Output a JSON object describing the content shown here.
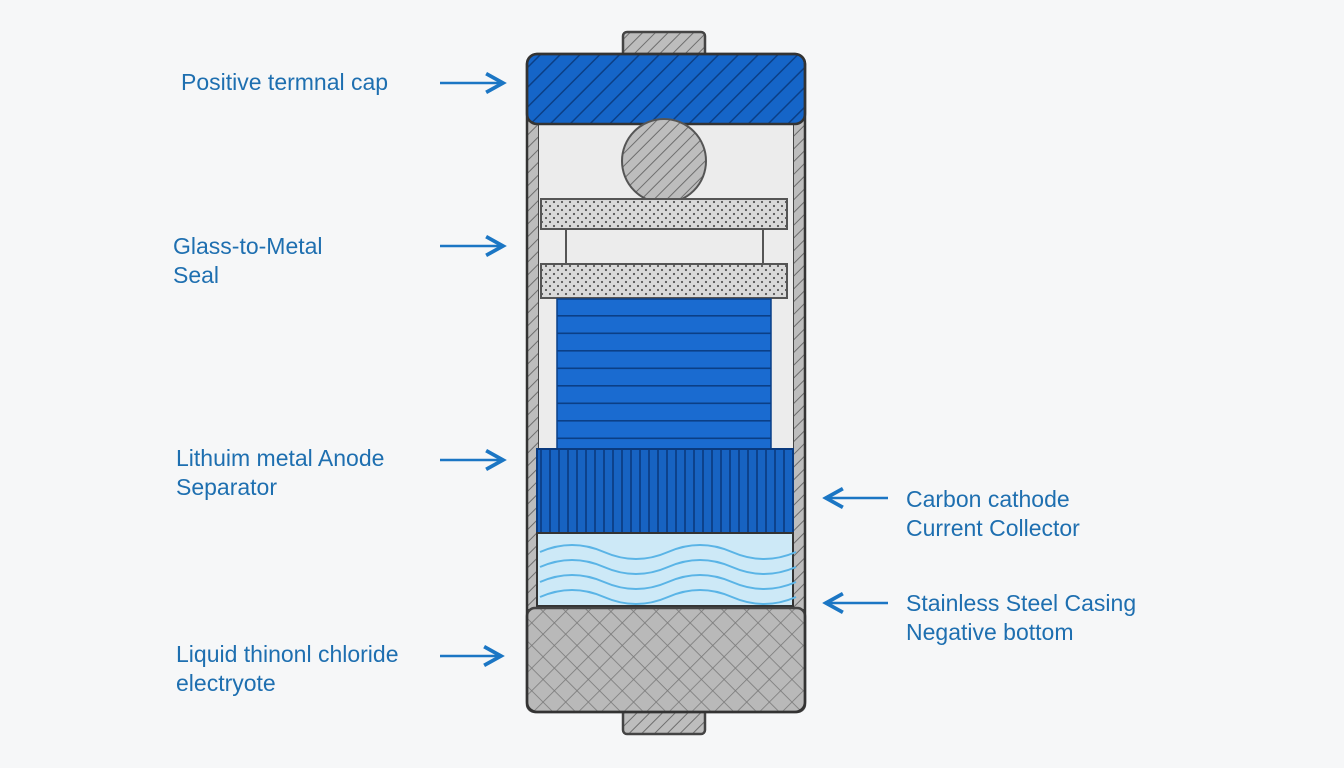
{
  "colors": {
    "label_text": "#1e6fb0",
    "arrow": "#1b76c4",
    "cap_blue": "#1565c8",
    "casing_gray": "#a7a7a7",
    "outline": "#444444",
    "electrolyte": "#cde9f7"
  },
  "labels": {
    "positive_cap": "Positive termnal cap",
    "glass_seal": [
      "Glass-to-Metal",
      "Seal"
    ],
    "anode_separator": [
      "Lithuim metal Anode",
      "Separator"
    ],
    "electrolyte": [
      "Liquid thinonl chloride",
      "electryote"
    ],
    "cathode_collector": [
      "Carbon cathode",
      "Current Collector"
    ],
    "casing_negative": [
      "Stainless Steel Casing",
      "Negative bottom"
    ]
  }
}
